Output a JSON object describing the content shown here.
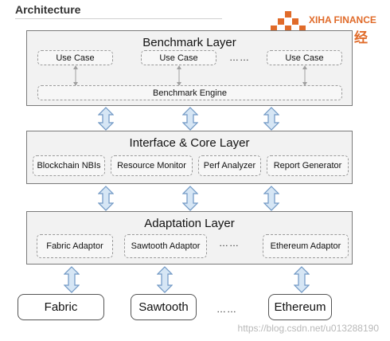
{
  "header": {
    "title": "Architecture"
  },
  "logo": {
    "brand_en": "XIHA FINANCE",
    "brand_cn": "嘻哈财经",
    "color": "#e06b2a"
  },
  "benchmark_layer": {
    "title": "Benchmark Layer",
    "use_cases": [
      "Use Case",
      "Use Case",
      "Use Case"
    ],
    "ellipsis": "……",
    "engine": "Benchmark Engine"
  },
  "core_layer": {
    "title": "Interface & Core Layer",
    "modules": [
      "Blockchain NBIs",
      "Resource Monitor",
      "Perf Analyzer",
      "Report Generator"
    ]
  },
  "adaptation_layer": {
    "title": "Adaptation Layer",
    "adaptors": [
      "Fabric Adaptor",
      "Sawtooth Adaptor",
      "Ethereum Adaptor"
    ],
    "ellipsis": "……"
  },
  "blockchains": {
    "items": [
      "Fabric",
      "Sawtooth",
      "Ethereum"
    ],
    "ellipsis": "……"
  },
  "watermark": "https://blog.csdn.net/u013288190",
  "colors": {
    "arrow_fill": "#d6e6f5",
    "arrow_stroke": "#6f97c4",
    "layer_bg": "#f2f2f2"
  }
}
